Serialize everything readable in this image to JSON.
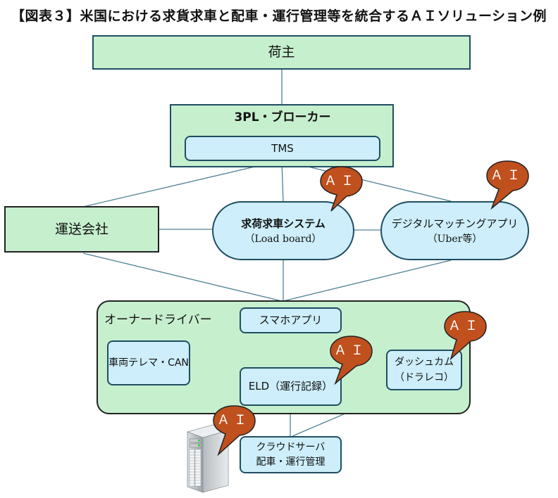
{
  "title": "【図表３】米国における求貨求車と配車・運行管理等を統合するＡＩソリューション例",
  "nodes": {
    "shipper": "荷主",
    "broker": {
      "label": "3PL・ブローカー",
      "tms": "TMS"
    },
    "carrier": "運送会社",
    "load_board": {
      "line1": "求荷求車システム",
      "line2": "（Load board）"
    },
    "digital_matching": {
      "line1": "デジタルマッチングアプリ",
      "line2": "（Uber等）"
    },
    "owner_driver": {
      "label": "オーナードライバー",
      "smartphone_app": "スマホアプリ",
      "telematics": "車両テレマ・CAN",
      "eld": "ELD（運行記録）",
      "dashcam": {
        "line1": "ダッシュカム",
        "line2": "（ドラレコ）"
      }
    },
    "cloud_server": {
      "line1": "クラウドサーバ",
      "line2": "配車・運行管理"
    }
  },
  "ai_label": "ＡＩ",
  "colors": {
    "green_fill": "#c6efce",
    "blue_fill": "#cdeefa",
    "border": "#1f4e63",
    "line": "#4f8195",
    "ai_bubble": "#c0501d"
  }
}
